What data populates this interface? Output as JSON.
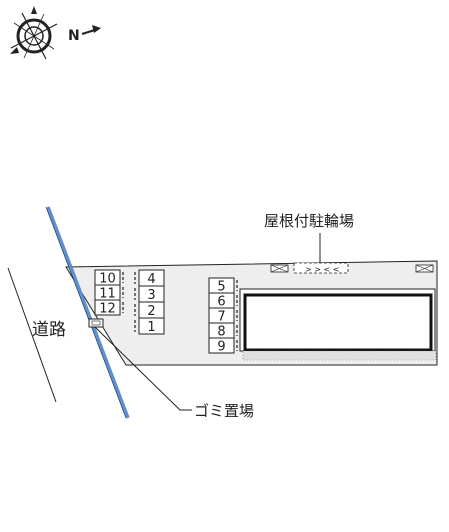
{
  "compass": {
    "north_label": "N"
  },
  "labels": {
    "bicycle_parking": "屋根付駐輪場",
    "road": "道路",
    "garbage": "ゴミ置場"
  },
  "parking_left": [
    "10",
    "11",
    "12"
  ],
  "parking_middle": [
    "4",
    "3",
    "2",
    "1"
  ],
  "parking_right": [
    "5",
    "6",
    "7",
    "8",
    "9"
  ],
  "colors": {
    "road_line": "#5b8fd6",
    "lot_fill": "#eeeeee",
    "building_fill": "#ffffff",
    "stroke": "#222222"
  }
}
